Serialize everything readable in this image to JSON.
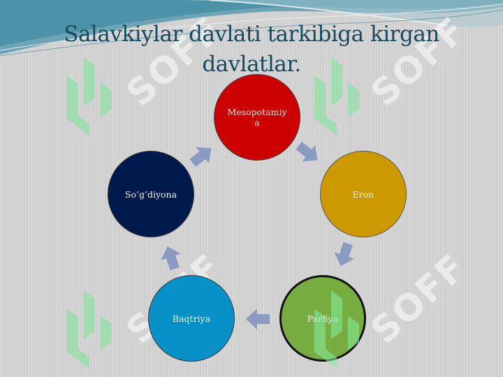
{
  "slide": {
    "title": "Salavkiylar davlati tarkibiga kirgan davlatlar."
  },
  "watermark": {
    "text": "SOFF"
  },
  "cycle": {
    "nodes": [
      {
        "id": "meso",
        "label": "Mesopotamiya",
        "color": "#cc0000"
      },
      {
        "id": "eron",
        "label": "Eron",
        "color": "#cc9900"
      },
      {
        "id": "parf",
        "label": "Parfiya",
        "color": "#77ac41"
      },
      {
        "id": "baq",
        "label": "Baqtriya",
        "color": "#0891c8"
      },
      {
        "id": "sog",
        "label": "So’g’diyona",
        "color": "#001a4e"
      }
    ],
    "arrow_color": "#8a9bc2"
  }
}
